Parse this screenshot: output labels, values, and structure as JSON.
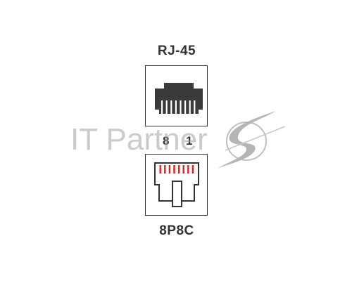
{
  "diagram": {
    "top_title": "RJ-45",
    "bottom_title": "8P8C",
    "pin_left": "8",
    "pin_right": "1"
  },
  "watermark": {
    "text": "IT Partner"
  },
  "colors": {
    "stroke": "#333333",
    "connector_fill": "#3a3a3a",
    "contacts": "#e02020",
    "watermark": "#a0a0a0"
  },
  "icons": {
    "top_connector": "rj45-socket-icon",
    "bottom_connector": "8p8c-plug-icon",
    "logo": "it-partner-swoosh-logo"
  }
}
